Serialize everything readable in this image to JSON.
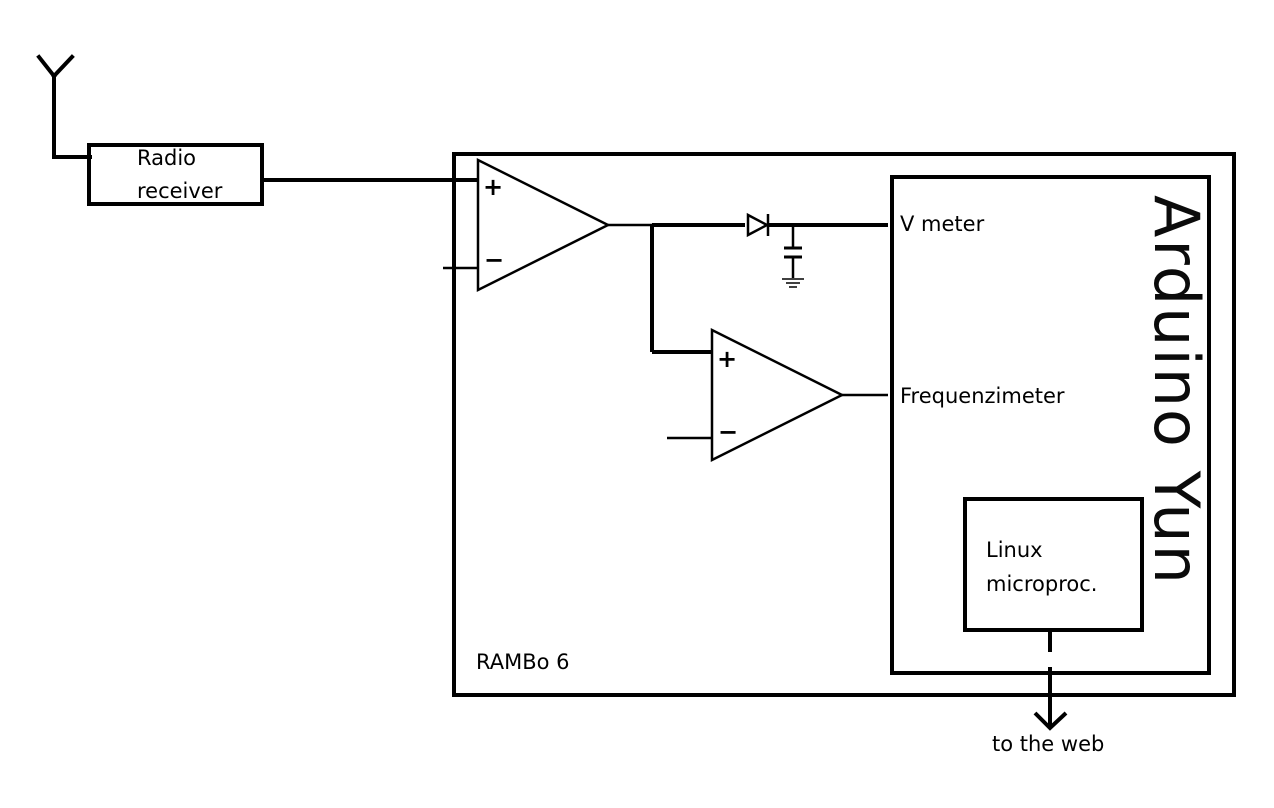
{
  "diagram": {
    "labels": {
      "radio_line1": "Radio",
      "radio_line2": "receiver",
      "v_meter": "V meter",
      "frequency_meter": "Frequenzimeter",
      "arduino_title": "Arduino Yun",
      "linux_line1": "Linux",
      "linux_line2": "microproc.",
      "rambo": "RAMBo 6",
      "to_web": "to the web",
      "plus_sign": "+",
      "minus_sign": "−"
    }
  }
}
